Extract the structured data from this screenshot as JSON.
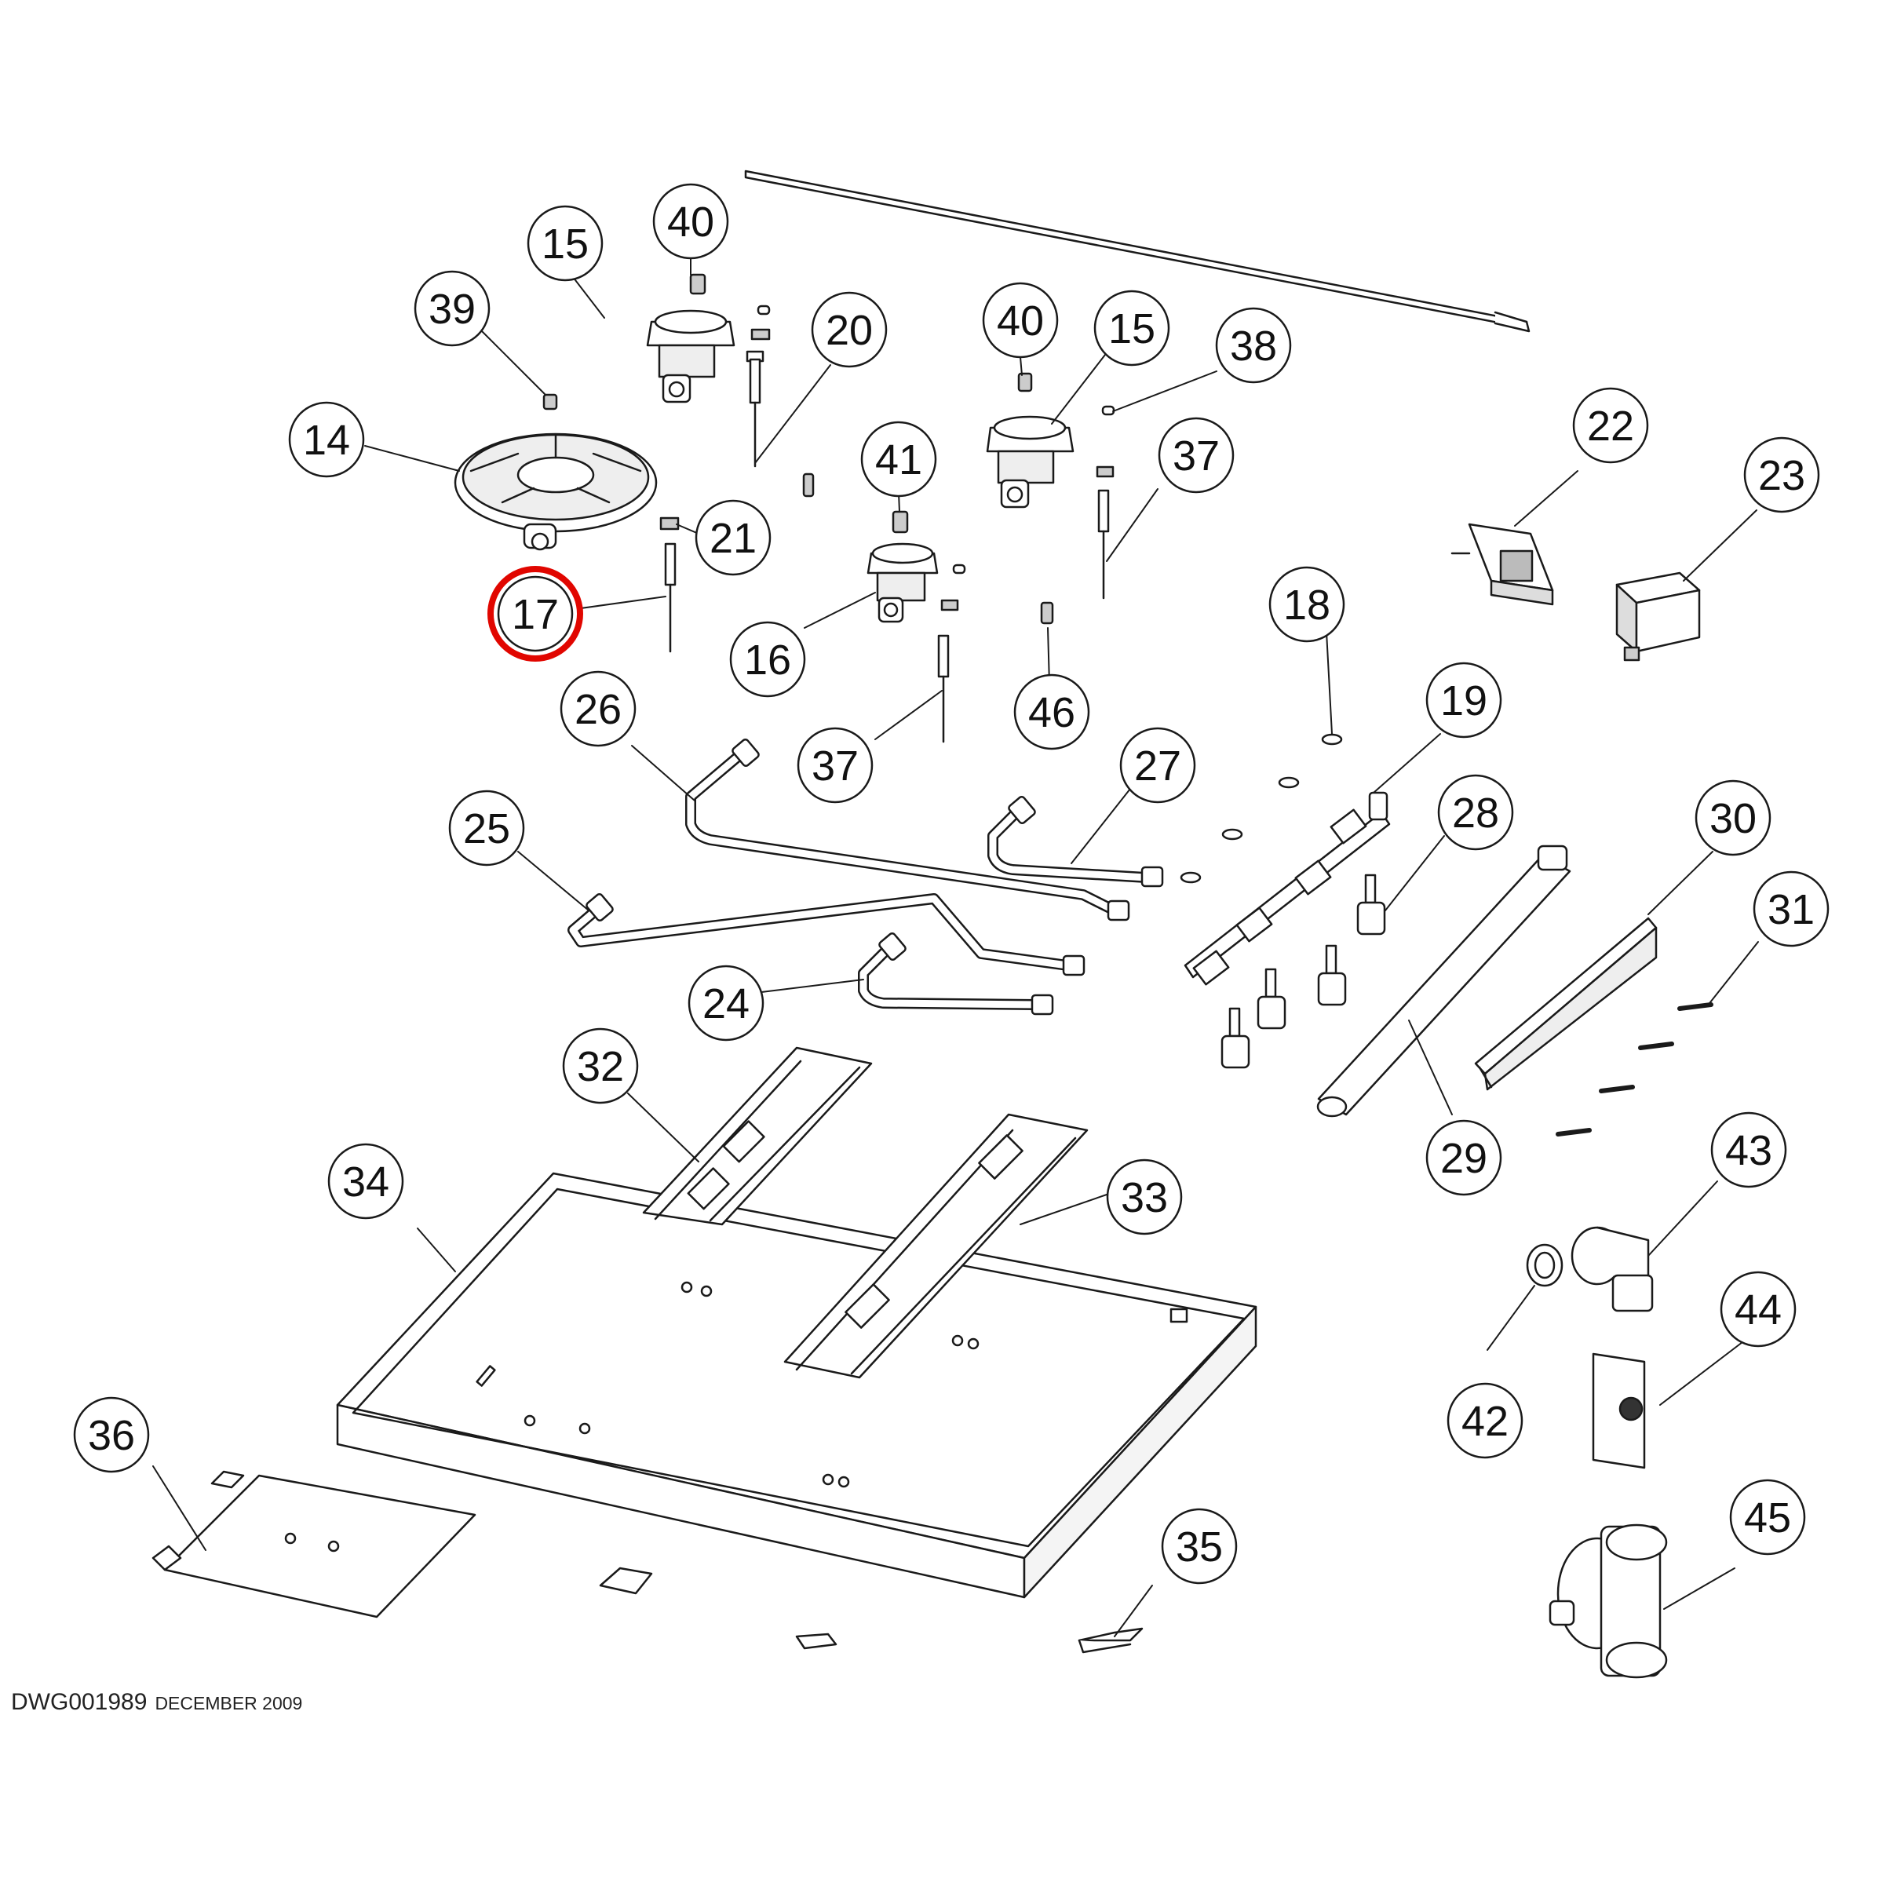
{
  "drawing": {
    "number": "DWG001989",
    "date": "DECEMBER 2009"
  },
  "callouts": [
    {
      "id": "c15a",
      "label": "15"
    },
    {
      "id": "c40a",
      "label": "40"
    },
    {
      "id": "c39",
      "label": "39"
    },
    {
      "id": "c14",
      "label": "14"
    },
    {
      "id": "c20",
      "label": "20"
    },
    {
      "id": "c40b",
      "label": "40"
    },
    {
      "id": "c15b",
      "label": "15"
    },
    {
      "id": "c38",
      "label": "38"
    },
    {
      "id": "c41",
      "label": "41"
    },
    {
      "id": "c37a",
      "label": "37"
    },
    {
      "id": "c22",
      "label": "22"
    },
    {
      "id": "c23",
      "label": "23"
    },
    {
      "id": "c21",
      "label": "21"
    },
    {
      "id": "c17",
      "label": "17"
    },
    {
      "id": "c16",
      "label": "16"
    },
    {
      "id": "c18",
      "label": "18"
    },
    {
      "id": "c26",
      "label": "26"
    },
    {
      "id": "c37b",
      "label": "37"
    },
    {
      "id": "c46",
      "label": "46"
    },
    {
      "id": "c19",
      "label": "19"
    },
    {
      "id": "c27",
      "label": "27"
    },
    {
      "id": "c28",
      "label": "28"
    },
    {
      "id": "c30",
      "label": "30"
    },
    {
      "id": "c25",
      "label": "25"
    },
    {
      "id": "c31",
      "label": "31"
    },
    {
      "id": "c24",
      "label": "24"
    },
    {
      "id": "c32",
      "label": "32"
    },
    {
      "id": "c29",
      "label": "29"
    },
    {
      "id": "c43",
      "label": "43"
    },
    {
      "id": "c34",
      "label": "34"
    },
    {
      "id": "c33",
      "label": "33"
    },
    {
      "id": "c44",
      "label": "44"
    },
    {
      "id": "c42",
      "label": "42"
    },
    {
      "id": "c36",
      "label": "36"
    },
    {
      "id": "c45",
      "label": "45"
    },
    {
      "id": "c35",
      "label": "35"
    }
  ],
  "highlight": {
    "target": "17",
    "color": "#e10600"
  },
  "colors": {
    "line": "#1a1a1a",
    "part_fill": "#ffffff",
    "shade": "#d9d9d9"
  }
}
